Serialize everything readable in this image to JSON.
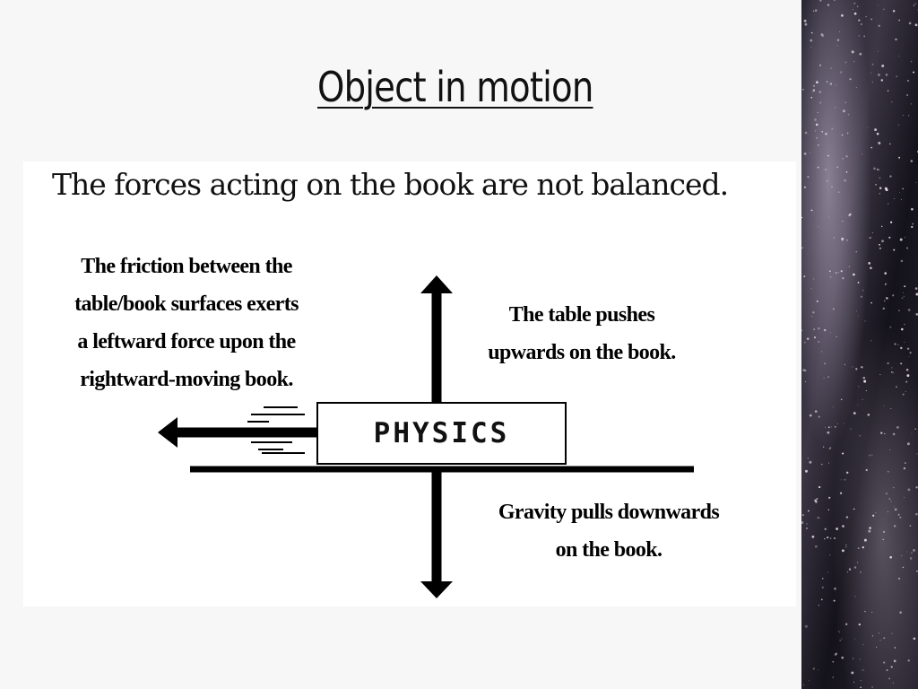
{
  "title": "Object in motion",
  "headline": "The forces acting on the book are not balanced.",
  "labels": {
    "friction": [
      "The friction between the",
      "table/book surfaces exerts",
      "a leftward force upon the",
      "rightward-moving book."
    ],
    "normal": [
      "The table pushes",
      "upwards on the book."
    ],
    "gravity": [
      "Gravity pulls downwards",
      "on the book."
    ]
  },
  "book_label": "PHYSICS",
  "colors": {
    "background": "#f7f7f7",
    "panel": "#ffffff",
    "ink": "#000000"
  }
}
